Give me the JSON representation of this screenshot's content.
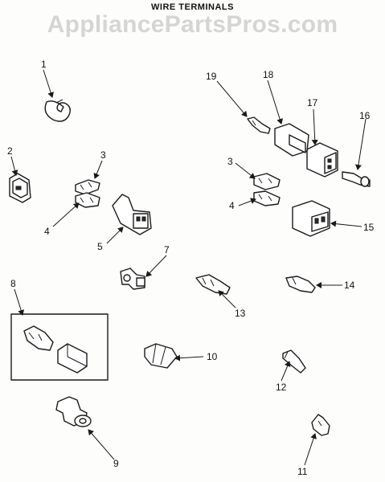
{
  "diagram": {
    "title": "WIRE TERMINALS",
    "watermark": "AppliancePartsPros.com"
  },
  "callouts": [
    "1",
    "2",
    "3",
    "4",
    "5",
    "7",
    "8",
    "9",
    "10",
    "11",
    "12",
    "13",
    "14",
    "15",
    "16",
    "17",
    "18",
    "19",
    "3",
    "4"
  ]
}
